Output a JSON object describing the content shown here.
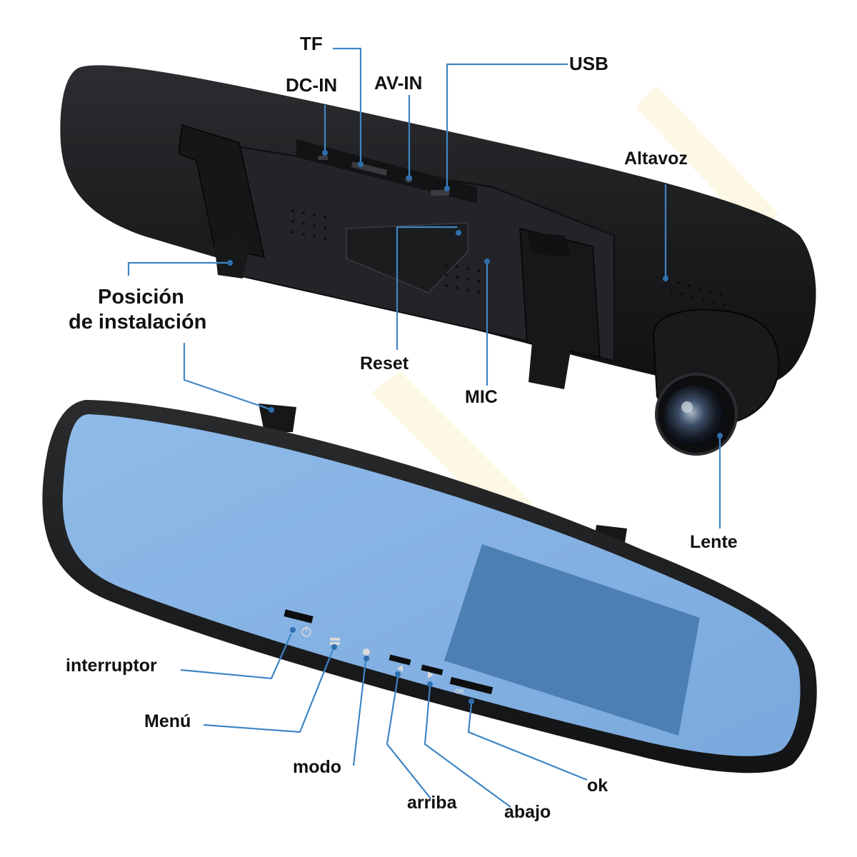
{
  "labels": {
    "tf": "TF",
    "dc_in": "DC-IN",
    "av_in": "AV-IN",
    "usb": "USB",
    "altavoz": "Altavoz",
    "posicion_1": "Posición",
    "posicion_2": "de instalación",
    "reset": "Reset",
    "mic": "MIC",
    "lente": "Lente",
    "interruptor": "interruptor",
    "menu": "Menú",
    "modo": "modo",
    "arriba": "arriba",
    "abajo": "abajo",
    "ok": "ok"
  },
  "button_glyphs": {
    "ok": "OK"
  },
  "colors": {
    "leader_line": "#3f86c6",
    "leader_dot": "#2f6fb0",
    "mirror_body": "#1d1e20",
    "mirror_glass": "#85b3e3",
    "screen": "#4b7fb2",
    "watermark": "#fbf3d6"
  },
  "icons": [
    "power-icon",
    "menu-icon",
    "mode-icon",
    "left-arrow-icon",
    "right-arrow-icon",
    "ok-icon",
    "camera-lens-icon"
  ]
}
